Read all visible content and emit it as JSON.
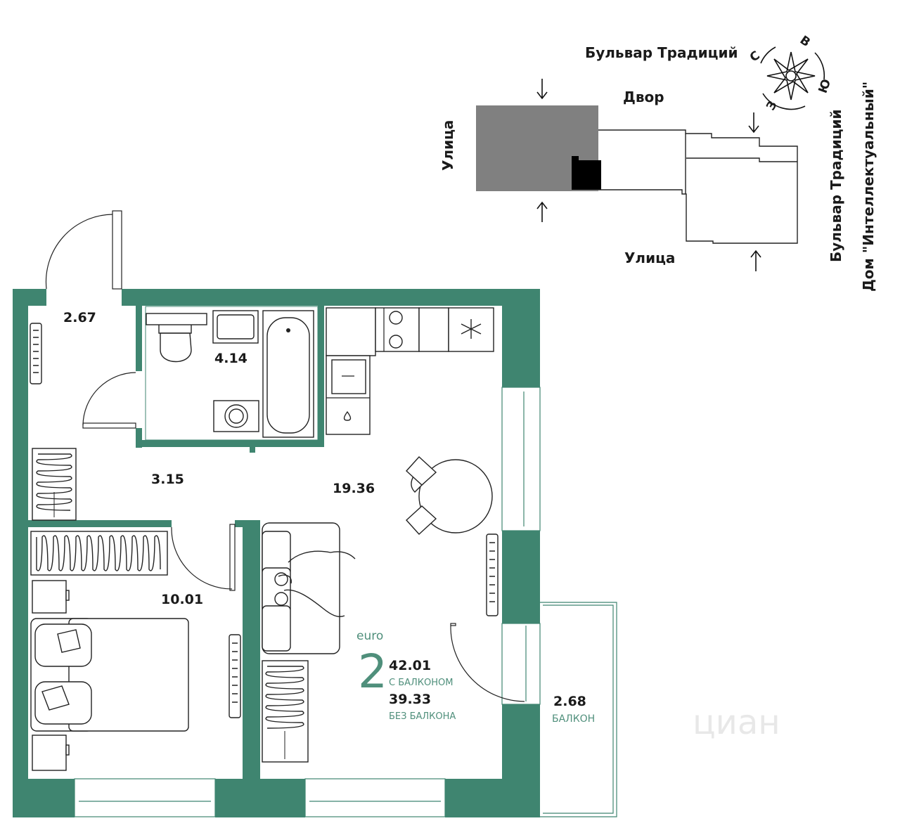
{
  "colors": {
    "wall": "#3f8570",
    "accent_text": "#4f8f7b",
    "building": "#808080",
    "unit_marker": "#000000"
  },
  "site_plan": {
    "street_top": "Бульвар Традиций",
    "yard": "Двор",
    "street_left": "Улица",
    "street_bottom": "Улица",
    "boulevard_right": "Бульвар Традиций",
    "house_name": "Дом \"Интеллектуальный\"",
    "compass": {
      "north": "С",
      "east": "В",
      "south": "Ю",
      "west": "З",
      "icon": "compass-rose-icon"
    }
  },
  "rooms": {
    "hall": "2.67",
    "bathroom": "4.14",
    "corridor": "3.15",
    "kitchen_living": "19.36",
    "bedroom": "10.01",
    "balcony_area": "2.68",
    "balcony_label": "БАЛКОН"
  },
  "apartment": {
    "class_label": "euro",
    "rooms_count": "2",
    "area_with_balcony": "42.01",
    "with_balcony_label": "С БАЛКОНОМ",
    "area_without_balcony": "39.33",
    "without_balcony_label": "БЕЗ БАЛКОНА"
  },
  "watermark": "циан"
}
